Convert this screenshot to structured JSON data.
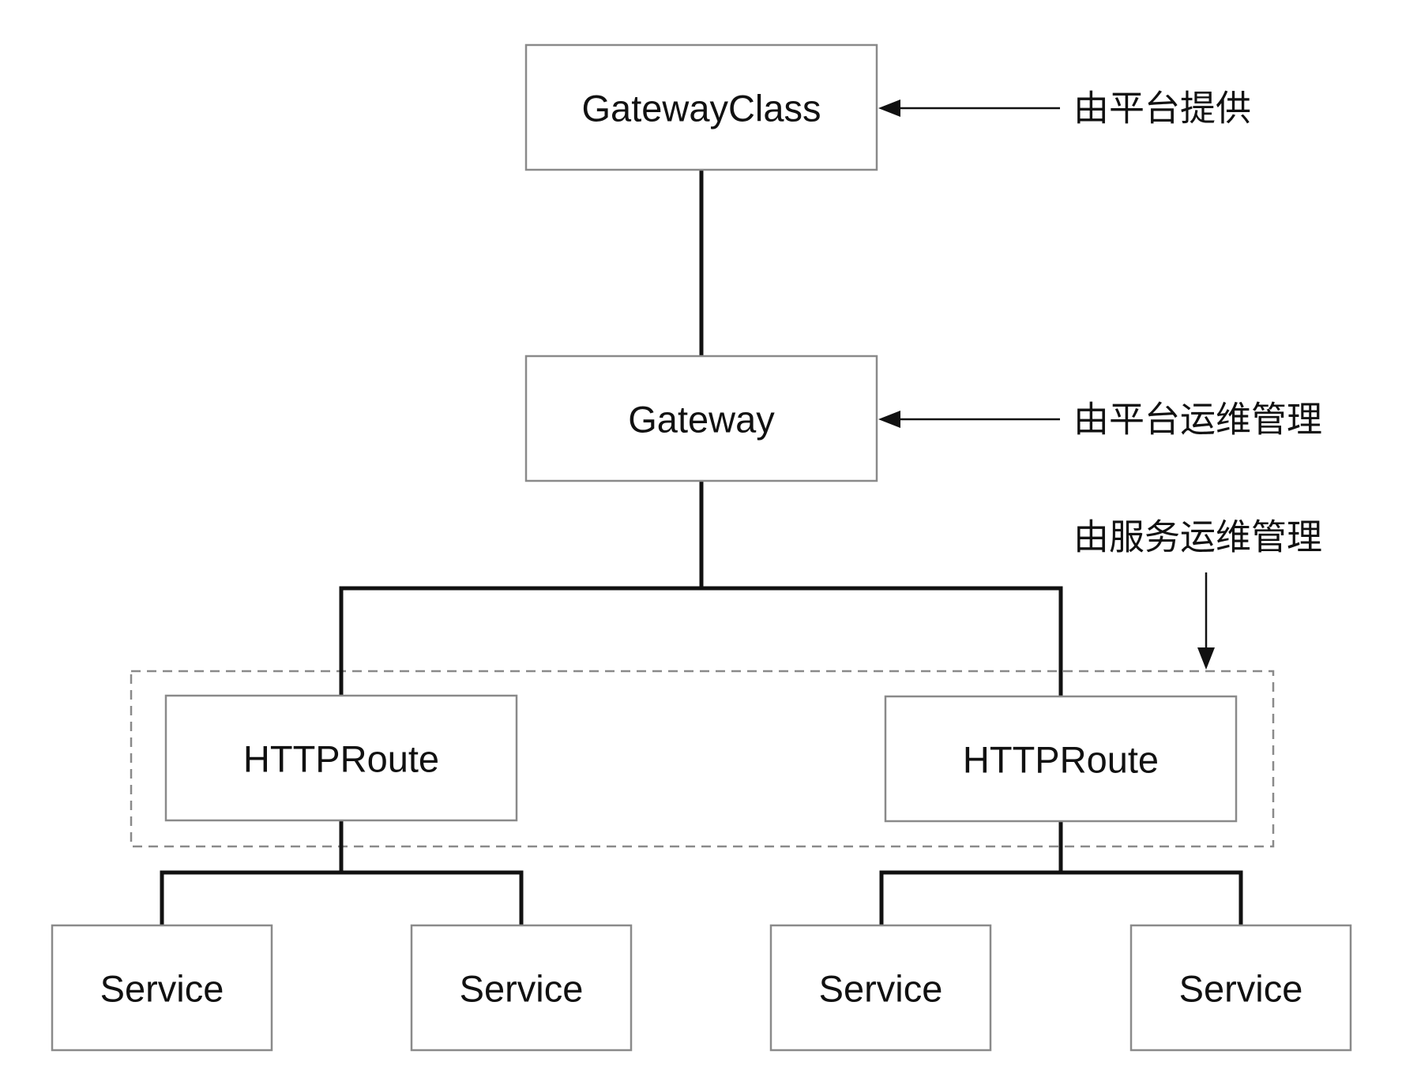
{
  "nodes": {
    "gateway_class": "GatewayClass",
    "gateway": "Gateway",
    "route_left": "HTTPRoute",
    "route_right": "HTTPRoute",
    "service_1": "Service",
    "service_2": "Service",
    "service_3": "Service",
    "service_4": "Service"
  },
  "annotations": {
    "gateway_class_note": "由平台提供",
    "gateway_note": "由平台运维管理",
    "routes_note": "由服务运维管理"
  },
  "colors": {
    "box_border": "#8a8a8a",
    "line": "#111111",
    "text": "#111111",
    "background": "#ffffff"
  }
}
